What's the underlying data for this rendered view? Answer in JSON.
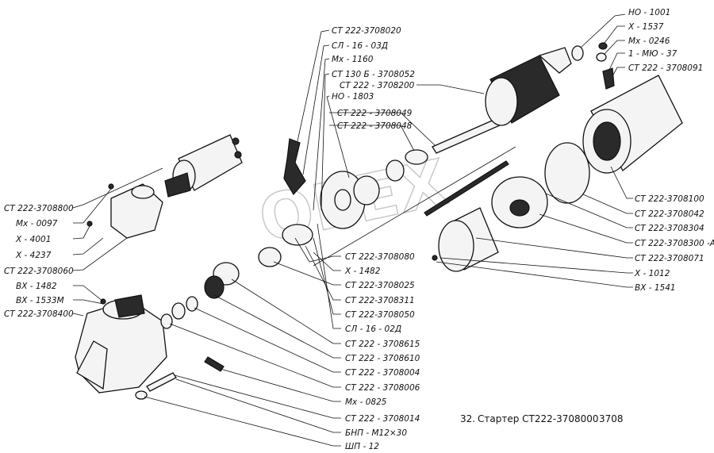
{
  "caption": {
    "number": "32.",
    "title": "Стартер СТ222-3708000",
    "page": "3708"
  },
  "watermark": "OFEX",
  "labels": {
    "left": [
      "СТ 222-3708800",
      "Мх - 0097",
      "Х - 4001",
      "Х - 4237",
      "СТ 222-3708060",
      "ВХ - 1482",
      "ВХ - 1533М",
      "СТ 222-3708400"
    ],
    "top_center": [
      "СТ 222-3708020",
      "СЛ - 16 - 03Д",
      "Мх - 1160",
      "СТ 130 Б - 3708052",
      "СТ 222 - 3708200",
      "НО - 1803",
      "СТ 222 - 3708049",
      "СТ 222 - 3708048"
    ],
    "top_right": [
      "НО - 1001",
      "Х - 1537",
      "Мх - 0246",
      "1 - МЮ - 37",
      "СТ 222 - 3708091"
    ],
    "right": [
      "СТ 222-3708100",
      "СТ 222-3708042",
      "СТ 222-3708304",
      "СТ 222-3708300 -А",
      "СТ 222-3708071",
      "Х - 1012",
      "ВХ - 1541"
    ],
    "bottom_center": [
      "СТ 222-3708080",
      "Х - 1482",
      "СТ 222-3708025",
      "СТ 222-3708311",
      "СТ 222-3708050",
      "СЛ - 16 - 02Д",
      "СТ 222 - 3708615",
      "СТ 222 - 3708610",
      "СТ 222 - 3708004",
      "СТ 222 - 3708006",
      "Мх - 0825",
      "СТ 222 - 3708014",
      "БНП - М12×30",
      "ШП - 12"
    ]
  }
}
